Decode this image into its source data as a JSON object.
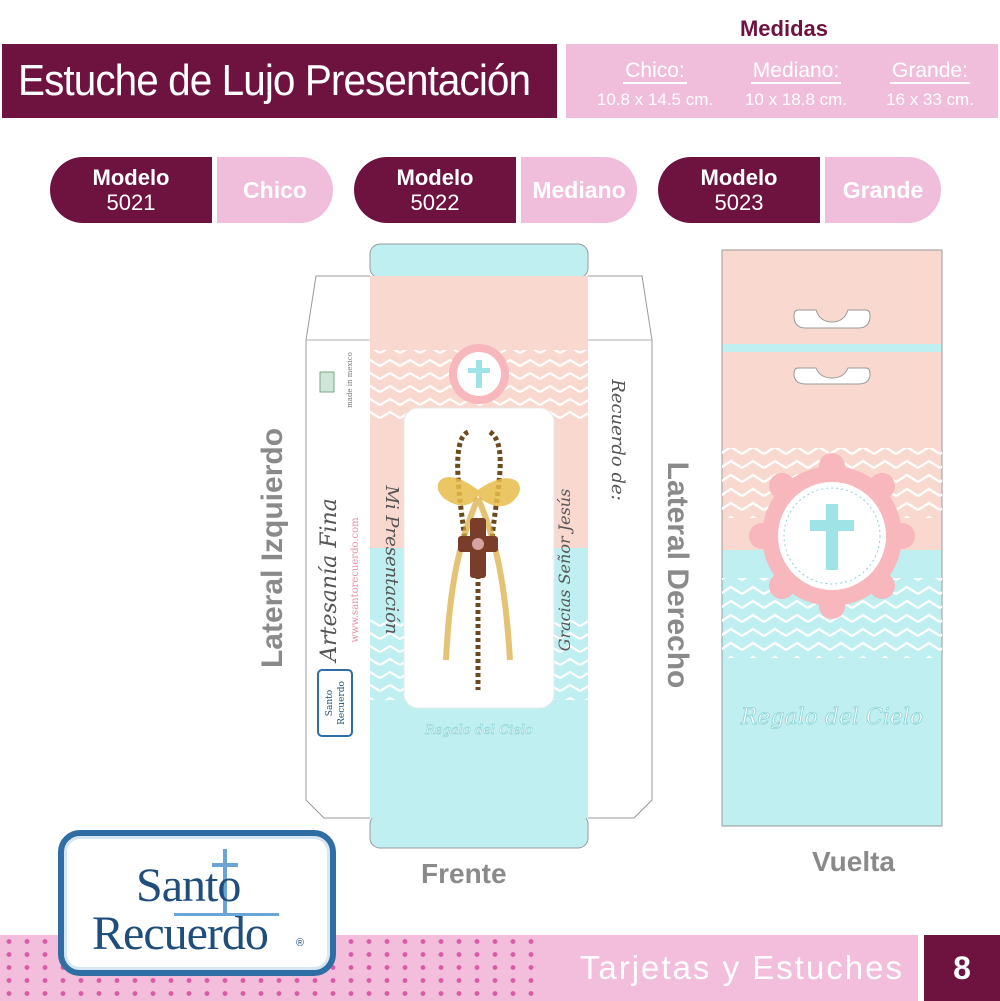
{
  "header": {
    "title": "Estuche de Lujo Presentación",
    "medidas_label": "Medidas",
    "sizes": [
      {
        "name": "Chico:",
        "dims": "10.8 x 14.5 cm."
      },
      {
        "name": "Mediano:",
        "dims": "10 x 18.8 cm."
      },
      {
        "name": "Grande:",
        "dims": "16 x 33 cm."
      }
    ]
  },
  "models": [
    {
      "label": "Modelo",
      "number": "5021",
      "size": "Chico"
    },
    {
      "label": "Modelo",
      "number": "5022",
      "size": "Mediano"
    },
    {
      "label": "Modelo",
      "number": "5023",
      "size": "Grande"
    }
  ],
  "labels": {
    "lateral_izquierdo": "Lateral Izquierdo",
    "lateral_derecho": "Lateral Derecho",
    "frente": "Frente",
    "vuelta": "Vuelta"
  },
  "box_text": {
    "artesania": "Artesanía Fina",
    "web": "www.santorecuerdo.com",
    "made_in": "made in mexico",
    "mi_presentacion": "Mi Presentación",
    "recuerdo_de": "Recuerdo de:",
    "gracias": "Gracias Señor Jesús",
    "regalo": "Regalo del Cielo",
    "mini_logo_1": "Santo",
    "mini_logo_2": "Recuerdo"
  },
  "logo": {
    "line1": "Santo",
    "line2": "Recuerdo",
    "registered": "®"
  },
  "footer": {
    "tagline": "Tarjetas y Estuches",
    "page": "8"
  },
  "colors": {
    "brand_dark": "#6e1340",
    "brand_pink": "#f0bedb",
    "box_peach": "#f9d9cf",
    "box_aqua": "#bfeff0",
    "logo_blue": "#1f4e7c"
  }
}
